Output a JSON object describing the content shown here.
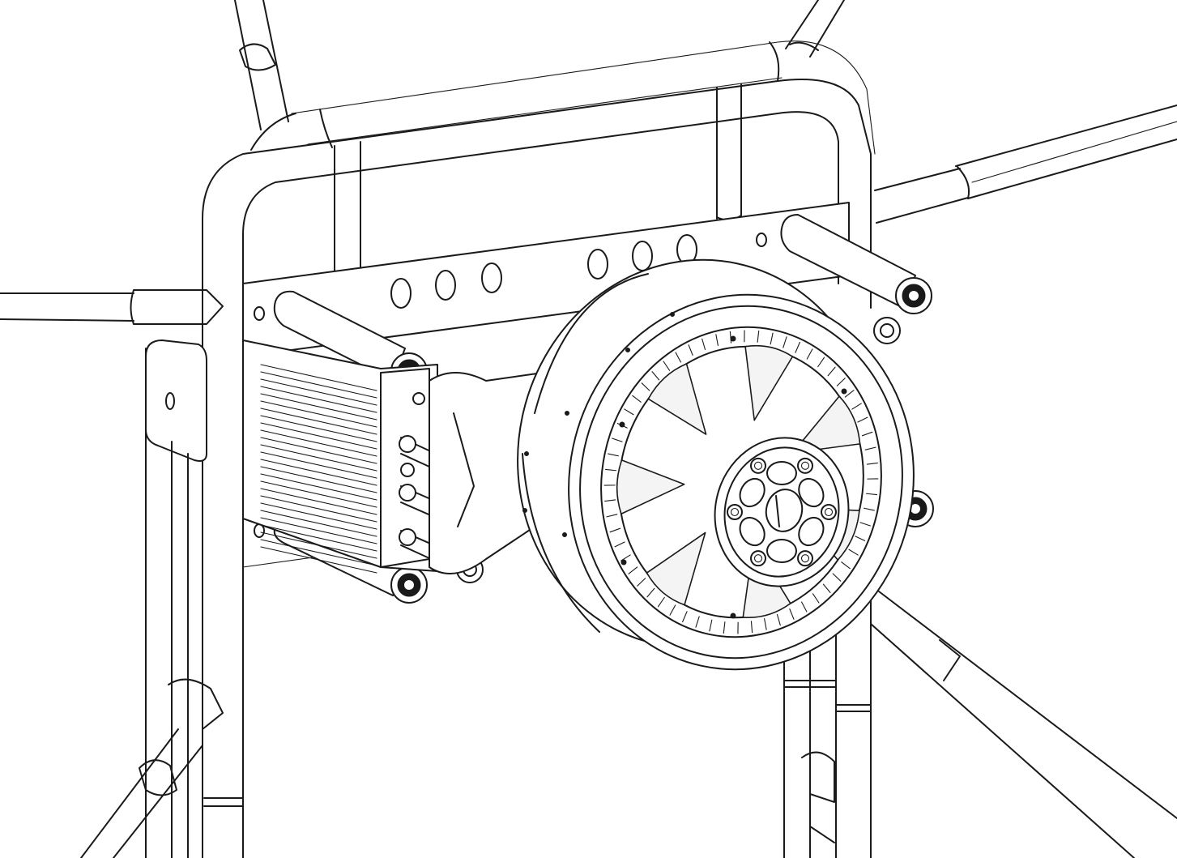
{
  "drawing": {
    "style": "line-art",
    "stroke_color": "#1a1a1a",
    "background_color": "#ffffff",
    "icons": [
      "tube-frame",
      "mounting-plate",
      "radiator",
      "wheel-hub-motor",
      "spoked-rotor",
      "lug-nut",
      "cross-bar"
    ]
  }
}
